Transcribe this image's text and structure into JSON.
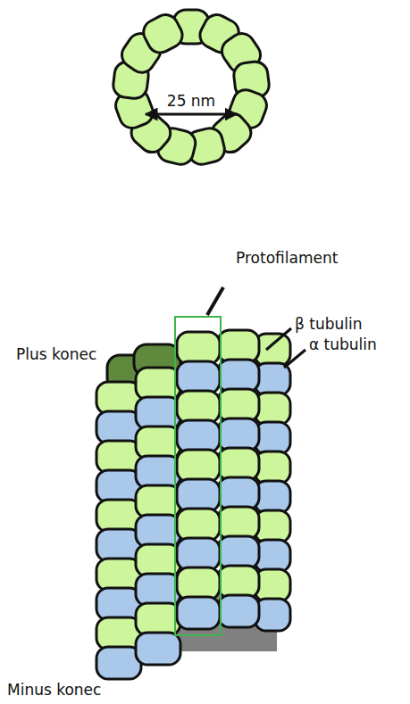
{
  "diagram": {
    "labels": [
      "25 nm",
      "Protofilament",
      "β tubulin",
      "α tubulin",
      "Plus konec",
      "Minus konec"
    ]
  }
}
